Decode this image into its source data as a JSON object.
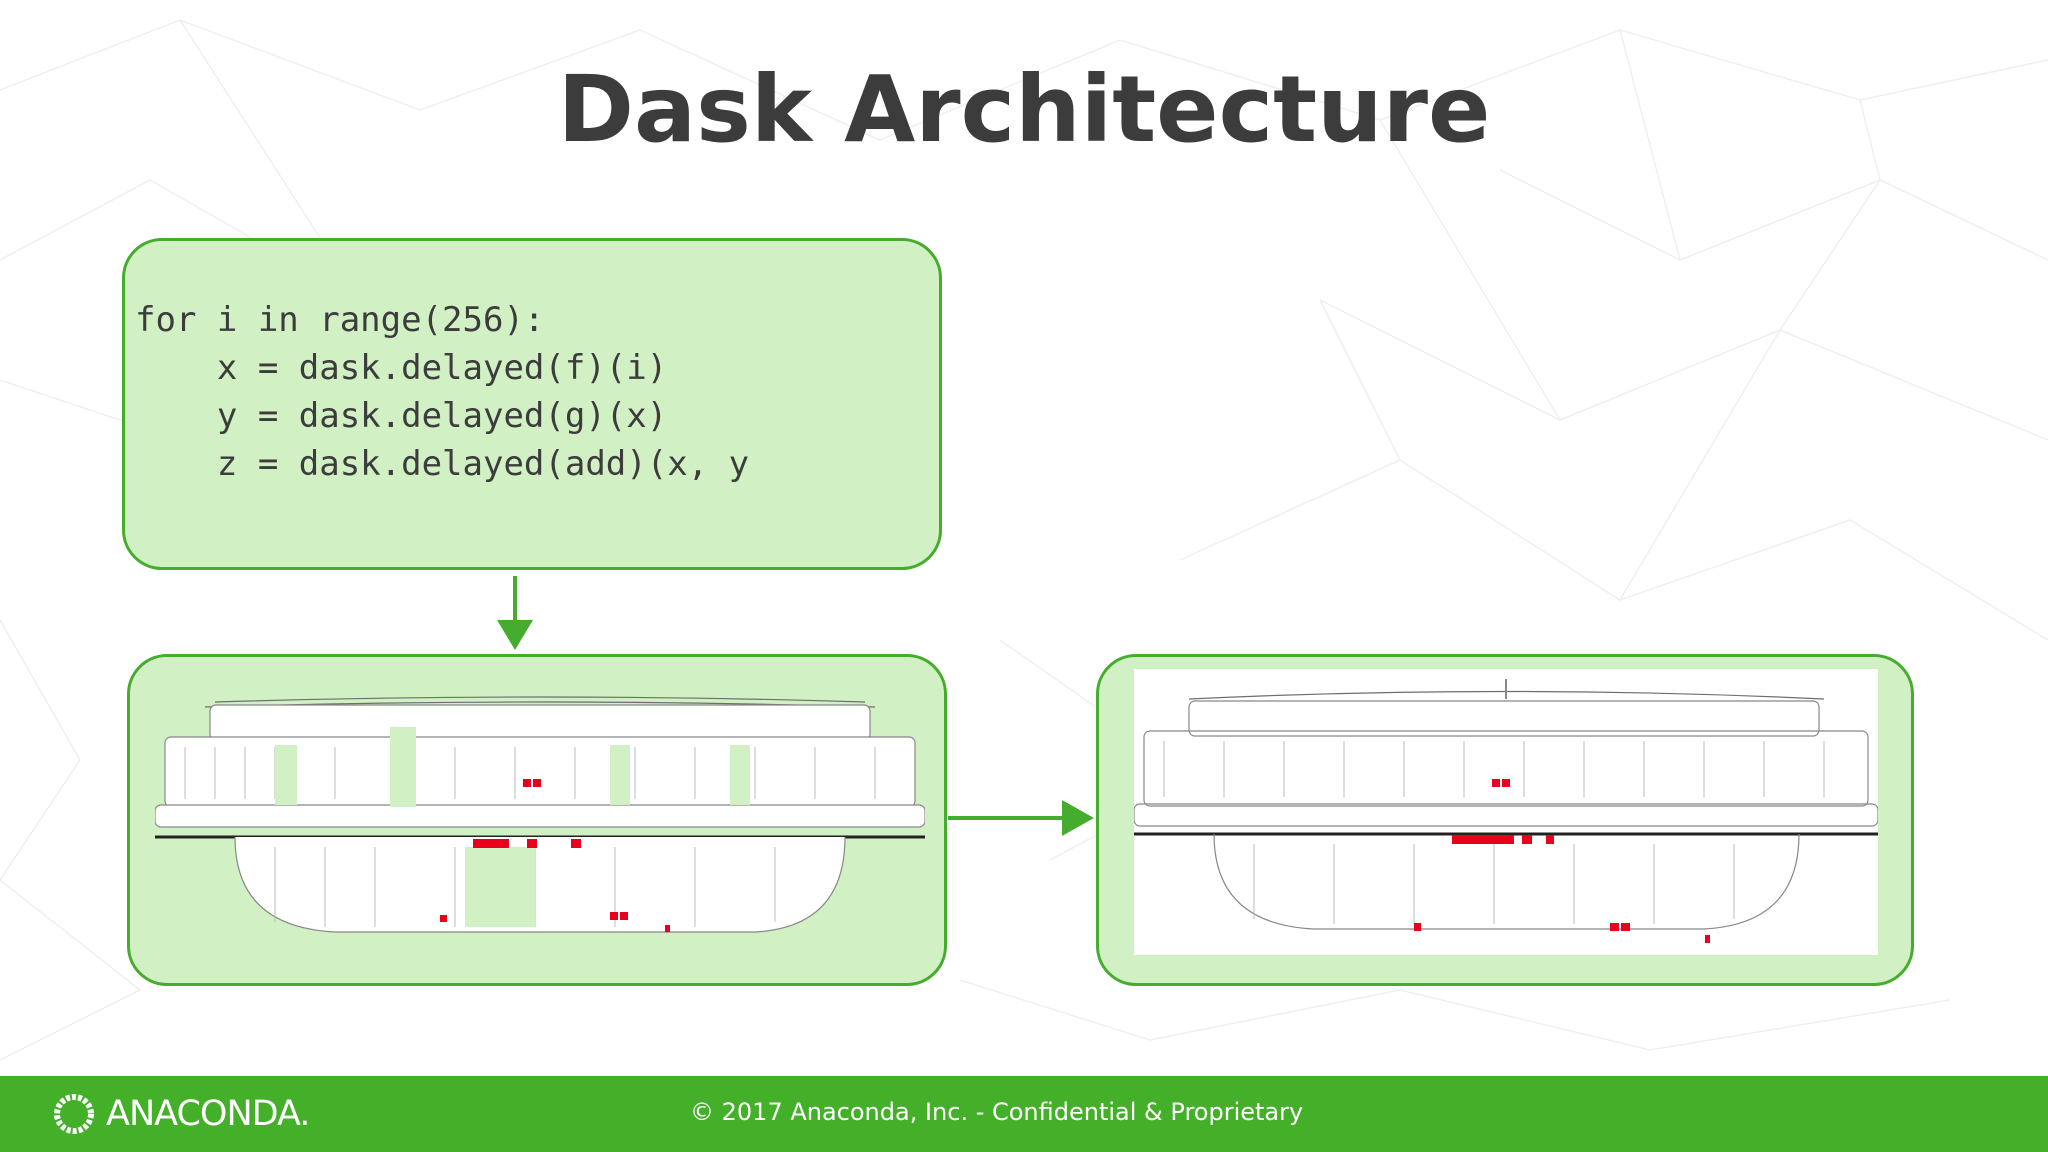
{
  "slide": {
    "title": "Dask Architecture"
  },
  "code_block": {
    "code": "for i in range(256):\n    x = dask.delayed(f)(i)\n    y = dask.delayed(g)(x)\n    z = dask.delayed(add)(x, y"
  },
  "footer": {
    "brand": "ANACONDA.",
    "copyright": "© 2017 Anaconda, Inc. - Confidential & Proprietary"
  },
  "icons": [
    "anaconda-logo-icon",
    "arrow-down-icon",
    "arrow-right-icon",
    "task-graph-icon"
  ],
  "colors": {
    "accent_green": "#44b02a",
    "box_fill": "#d1f0c4",
    "box_border": "#46ac2e",
    "title_text": "#3c3c3c",
    "highlight_nodes": "#e8001c"
  }
}
